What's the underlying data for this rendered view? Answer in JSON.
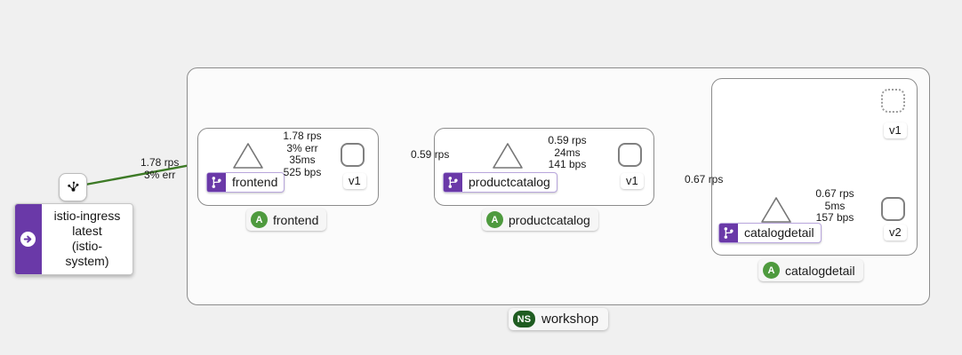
{
  "canvas": {
    "background": "#f0f0f0",
    "edge_color": "#3d7a26",
    "service_badge_color": "#6a39a8",
    "app_badge_color": "#4e9a3e",
    "namespace_badge_color": "#1f5c21"
  },
  "ingress": {
    "icon_name": "topology-node-icon",
    "name": "istio-ingress",
    "version": "latest",
    "namespace": "(istio-system)",
    "side_icon_name": "arrow-right-circle-icon"
  },
  "namespace": {
    "badge": "NS",
    "label": "workshop"
  },
  "apps": [
    {
      "badge": "A",
      "label": "frontend"
    },
    {
      "badge": "A",
      "label": "productcatalog"
    },
    {
      "badge": "A",
      "label": "catalogdetail"
    }
  ],
  "services": [
    {
      "badge_icon": "service-branch-icon",
      "label": "frontend"
    },
    {
      "badge_icon": "service-branch-icon",
      "label": "productcatalog"
    },
    {
      "badge_icon": "service-branch-icon",
      "label": "catalogdetail"
    }
  ],
  "workloads": [
    {
      "label": "v1",
      "state": "active",
      "app": "frontend"
    },
    {
      "label": "v1",
      "state": "active",
      "app": "productcatalog"
    },
    {
      "label": "v1",
      "state": "idle",
      "app": "catalogdetail"
    },
    {
      "label": "v2",
      "state": "active",
      "app": "catalogdetail"
    }
  ],
  "edges": [
    {
      "id": "ingress-to-frontend",
      "metrics": [
        "1.78 rps",
        "3% err"
      ]
    },
    {
      "id": "frontend-svc-to-v1",
      "metrics": [
        "1.78 rps",
        "3% err",
        "35ms",
        "525 bps"
      ]
    },
    {
      "id": "frontend-v1-to-productcatalog",
      "metrics": [
        "0.59 rps"
      ]
    },
    {
      "id": "productcatalog-svc-to-v1",
      "metrics": [
        "0.59 rps",
        "24ms",
        "141 bps"
      ]
    },
    {
      "id": "productcatalog-v1-to-catalogdetail",
      "metrics": [
        "0.67 rps"
      ]
    },
    {
      "id": "catalogdetail-svc-to-v2",
      "metrics": [
        "0.67 rps",
        "5ms",
        "157 bps"
      ]
    }
  ]
}
